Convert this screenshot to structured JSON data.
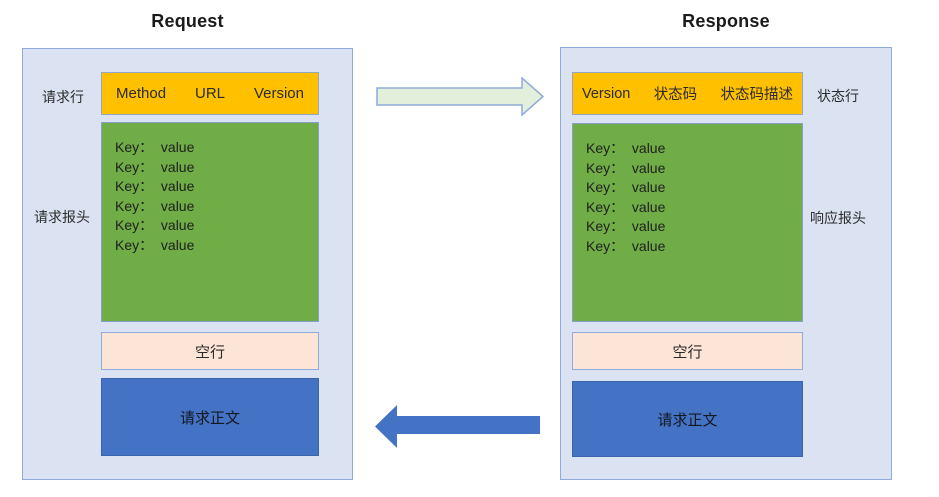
{
  "request": {
    "title": "Request",
    "line_label": "请求行",
    "line_parts": [
      "Method",
      "URL",
      "Version"
    ],
    "headers_label": "请求报头",
    "header_lines": [
      "Key：  value",
      "Key：  value",
      "Key：  value",
      "Key：  value",
      "Key：  value",
      "Key：  value"
    ],
    "blank_text": "空行",
    "body_text": "请求正文"
  },
  "response": {
    "title": "Response",
    "line_label": "状态行",
    "line_parts": [
      "Version",
      "状态码",
      "状态码描述"
    ],
    "headers_label": "响应报头",
    "header_lines": [
      "Key：  value",
      "Key：  value",
      "Key：  value",
      "Key：  value",
      "Key：  value",
      "Key：  value"
    ],
    "blank_text": "空行",
    "body_text": "请求正文"
  },
  "icons": {
    "forward_arrow": "right-arrow",
    "back_arrow": "left-arrow"
  },
  "colors": {
    "panel_bg": "#dbe3f3",
    "panel_border": "#8faadc",
    "line_box_bg": "#ffc000",
    "headers_box_bg": "#70ad47",
    "blank_box_bg": "#fce4d6",
    "body_box_bg": "#4472c4",
    "forward_arrow_fill": "#e2efda",
    "forward_arrow_stroke": "#8faadc",
    "back_arrow_fill": "#4472c4"
  }
}
